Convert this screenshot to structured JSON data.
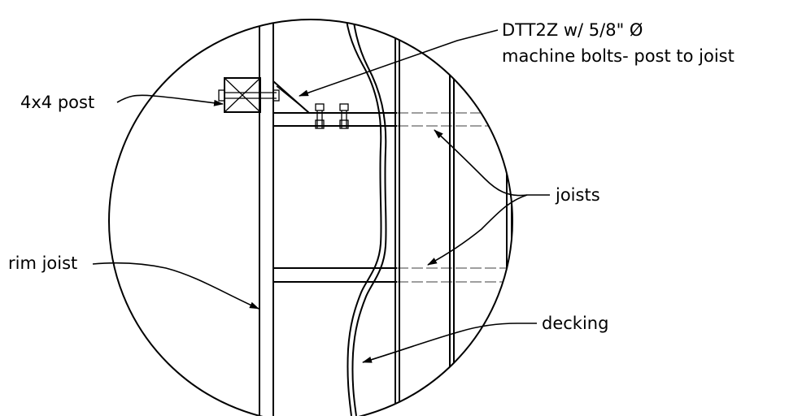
{
  "labels": {
    "connector_line1": "DTT2Z w/ 5/8\" Ø",
    "connector_line2": "machine bolts- post to joist",
    "post": "4x4 post",
    "joists": "joists",
    "rim_joist": "rim joist",
    "decking": "decking"
  },
  "colors": {
    "ink": "#000000",
    "background": "#ffffff"
  }
}
